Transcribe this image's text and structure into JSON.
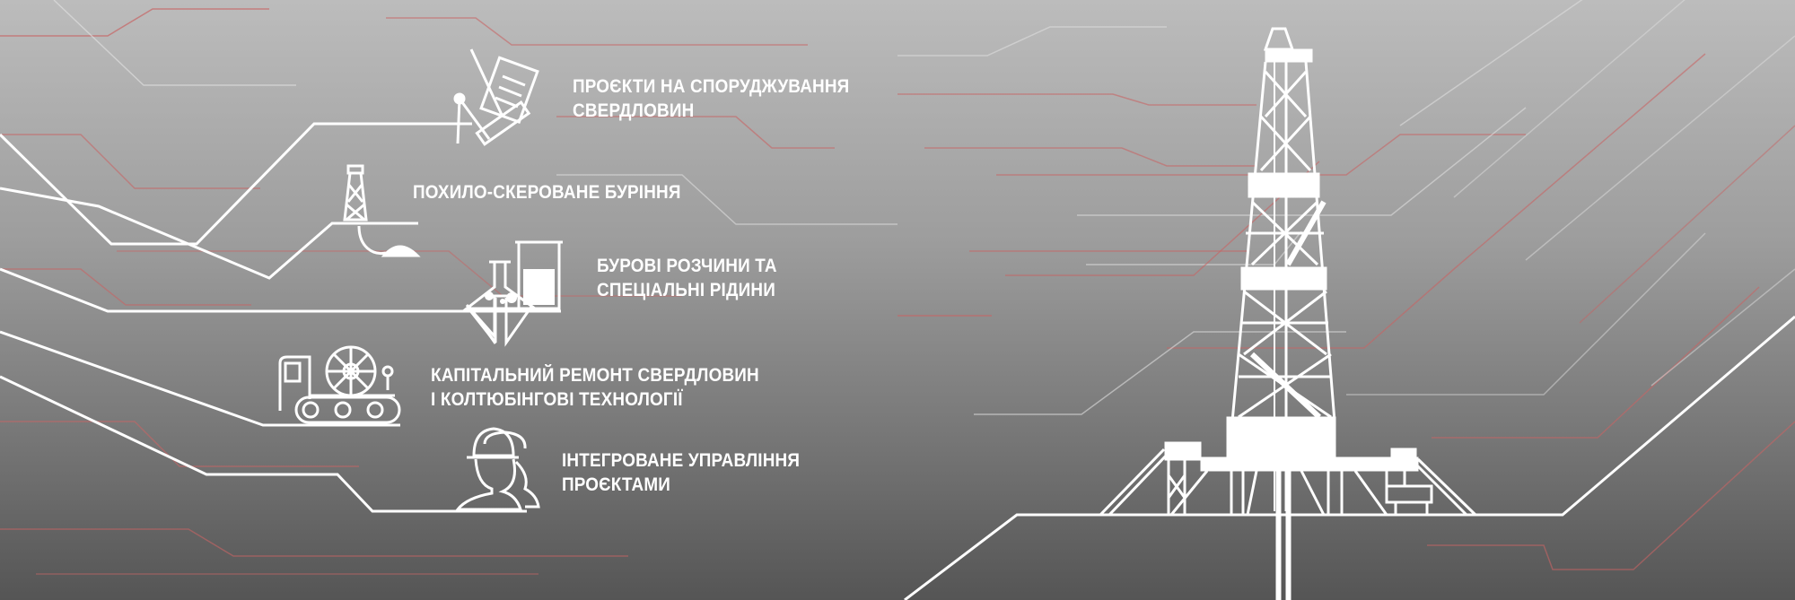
{
  "services": [
    {
      "icon": "blueprint-compass-ruler-icon",
      "lines": [
        "ПРОЄКТИ НА СПОРУДЖУВАННЯ",
        "СВЕРДЛОВИН"
      ]
    },
    {
      "icon": "directional-drilling-icon",
      "lines": [
        "ПОХИЛО-СКЕРОВАНЕ БУРІННЯ"
      ]
    },
    {
      "icon": "lab-flask-beaker-icon",
      "lines": [
        "БУРОВІ РОЗЧИНИ ТА",
        "СПЕЦІАЛЬНІ РІДИНИ"
      ]
    },
    {
      "icon": "coiled-tubing-truck-icon",
      "lines": [
        "КАПІТАЛЬНИЙ РЕМОНТ СВЕРДЛОВИН",
        "І КОЛТЮБІНГОВІ ТЕХНОЛОГІЇ"
      ]
    },
    {
      "icon": "workers-hardhat-icon",
      "lines": [
        "ІНТЕГРОВАНЕ УПРАВЛІННЯ",
        "ПРОЄКТАМИ"
      ]
    }
  ],
  "colors": {
    "line_red": "#c86464",
    "line_light": "#dcdcdc",
    "white": "#ffffff"
  }
}
